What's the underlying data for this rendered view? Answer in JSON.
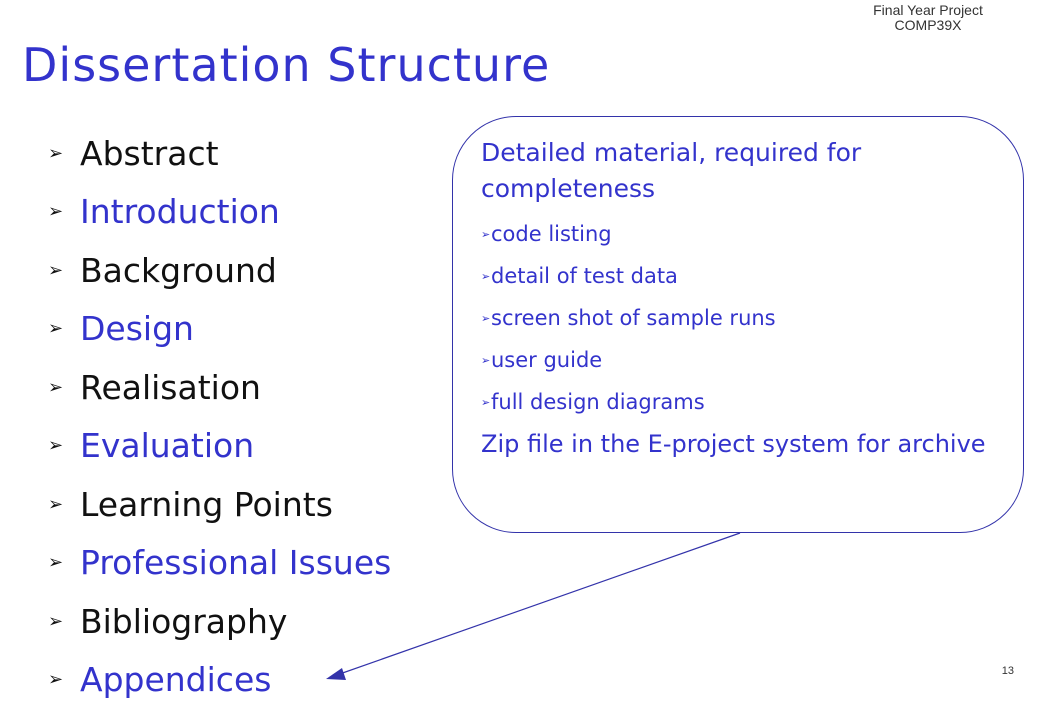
{
  "header": {
    "line1": "Final Year Project",
    "line2": "COMP39X"
  },
  "title": "Dissertation Structure",
  "colors": {
    "accent": "#3333cc",
    "text": "#111111"
  },
  "bullet_icon": "arrowhead-bullet-icon",
  "bullets": [
    {
      "label": "Abstract",
      "color": "#111111"
    },
    {
      "label": "Introduction",
      "color": "#3333cc"
    },
    {
      "label": "Background",
      "color": "#111111"
    },
    {
      "label": "Design",
      "color": "#3333cc"
    },
    {
      "label": "Realisation",
      "color": "#111111"
    },
    {
      "label": "Evaluation",
      "color": "#3333cc"
    },
    {
      "label": "Learning Points",
      "color": "#111111"
    },
    {
      "label": "Professional Issues",
      "color": "#3333cc"
    },
    {
      "label": "Bibliography",
      "color": "#111111"
    },
    {
      "label": "Appendices",
      "color": "#3333cc"
    }
  ],
  "callout": {
    "heading": "Detailed material, required for completeness",
    "items": [
      "code listing",
      "detail of test data",
      "screen shot of sample runs",
      "user guide",
      "full design diagrams"
    ],
    "footer": "Zip file in the E-project system for archive"
  },
  "page_number": "13"
}
